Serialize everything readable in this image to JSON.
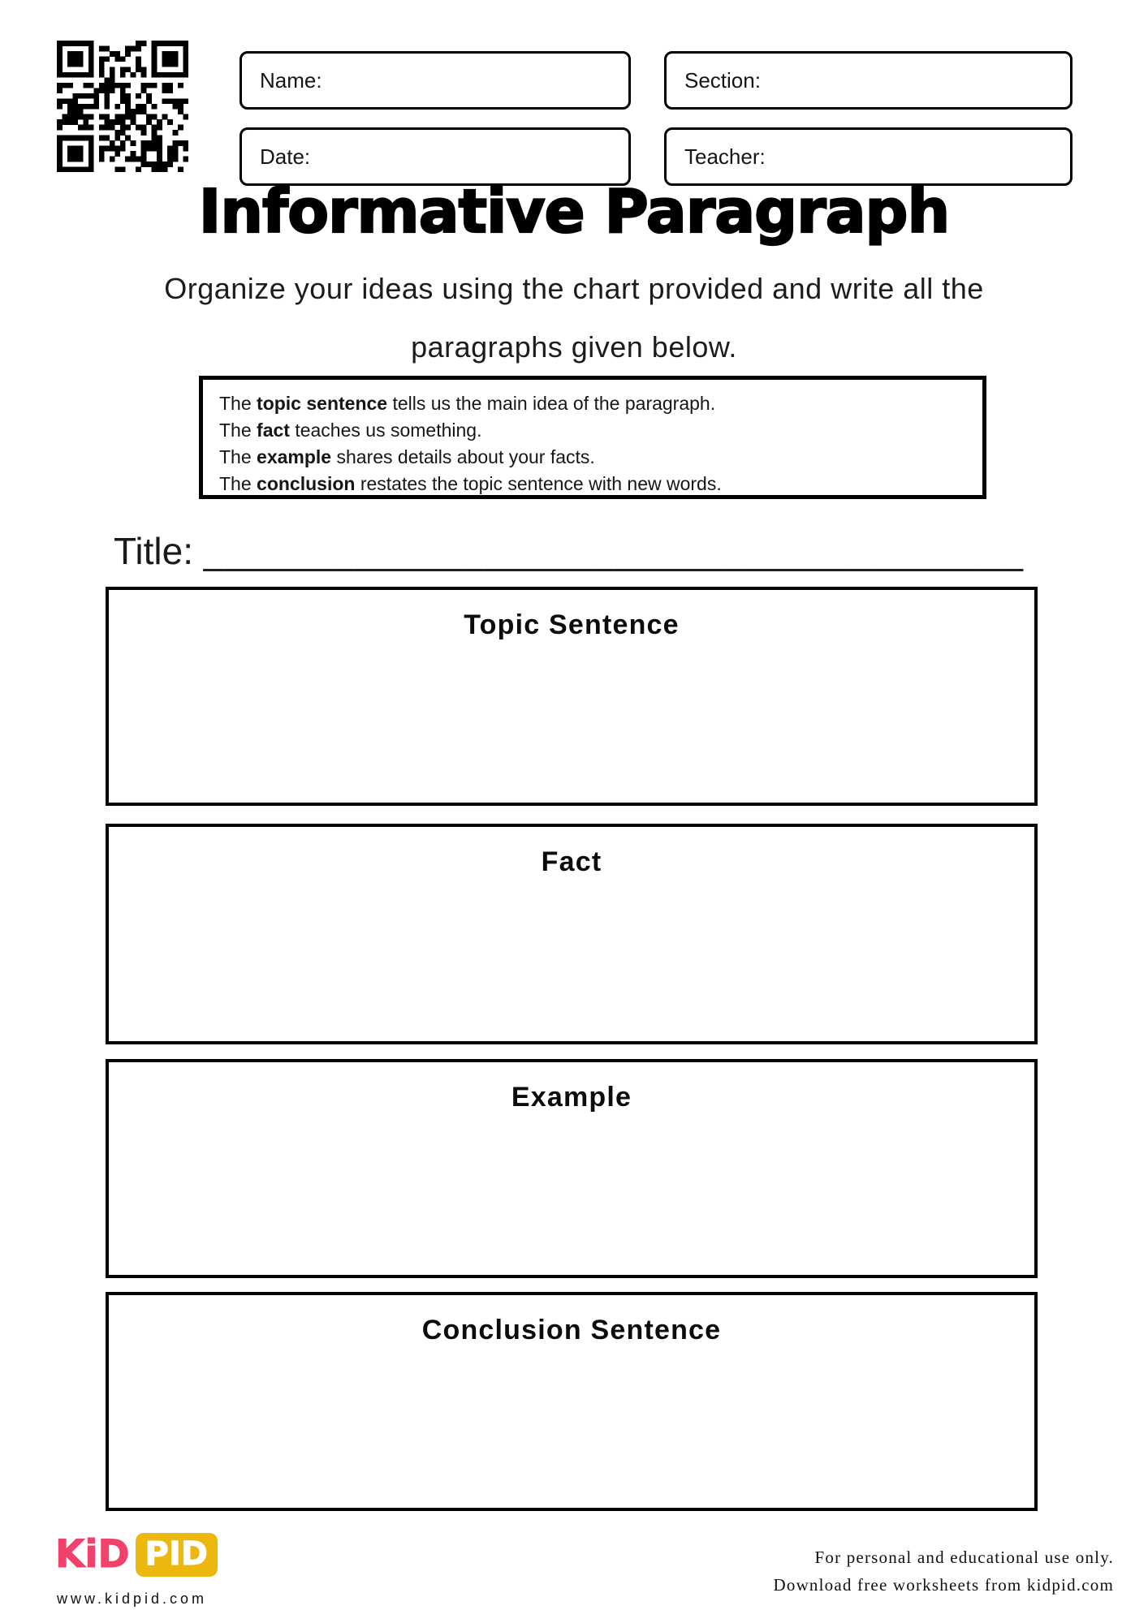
{
  "header": {
    "fields": [
      {
        "label": "Name:"
      },
      {
        "label": "Section:"
      },
      {
        "label": "Date:"
      },
      {
        "label": "Teacher:"
      }
    ]
  },
  "title": "Informative Paragraph",
  "subtitle_lines": [
    "Organize your ideas using the chart provided and write all the",
    "paragraphs given below."
  ],
  "info_box": {
    "lines": [
      {
        "prefix": "The ",
        "bold": "topic sentence",
        "suffix": " tells us the main idea of the paragraph."
      },
      {
        "prefix": "The ",
        "bold": "fact",
        "suffix": " teaches us something."
      },
      {
        "prefix": "The ",
        "bold": "example",
        "suffix": " shares details about your facts."
      },
      {
        "prefix": "The ",
        "bold": "conclusion",
        "suffix": " restates the topic sentence with new words."
      }
    ]
  },
  "title_line": {
    "label": "Title:",
    "blank": "______________________________________"
  },
  "sections": [
    {
      "heading": "Topic Sentence"
    },
    {
      "heading": "Fact"
    },
    {
      "heading": "Example"
    },
    {
      "heading": "Conclusion Sentence"
    }
  ],
  "footer": {
    "logo": {
      "part1": "KiD",
      "part2": "PID",
      "pink": "#F2416B",
      "yellow": "#EDB80D",
      "url": "www.kidpid.com"
    },
    "note_line1": "For personal and educational use only.",
    "note_line2": "Download free worksheets from kidpid.com"
  }
}
